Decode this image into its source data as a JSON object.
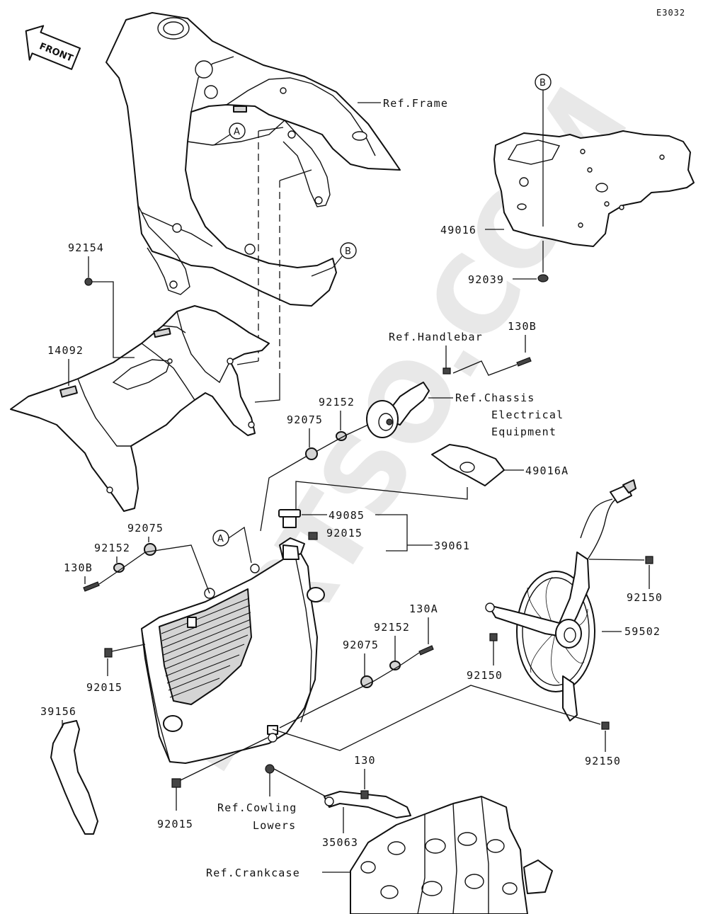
{
  "diagram_code": "E3032",
  "front_label": "FRONT",
  "watermark": "PARTSO.COM",
  "labels": {
    "ref_frame": "Ref.Frame",
    "ref_handlebar": "Ref.Handlebar",
    "ref_chassis_1": "Ref.Chassis",
    "ref_chassis_2": "Electrical",
    "ref_chassis_3": "Equipment",
    "ref_cowling_1": "Ref.Cowling",
    "ref_cowling_2": "Lowers",
    "ref_crankcase": "Ref.Crankcase",
    "p49016": "49016",
    "p92039": "92039",
    "p92154": "92154",
    "p14092": "14092",
    "p130B_top": "130B",
    "p92152_top": "92152",
    "p92075_top": "92075",
    "p49016A": "49016A",
    "p49085": "49085",
    "p92015_cap": "92015",
    "p39061": "39061",
    "p92075_left": "92075",
    "p92152_left": "92152",
    "p130B_left": "130B",
    "p92015_left": "92015",
    "p39156": "39156",
    "p130A": "130A",
    "p92152_mid": "92152",
    "p92075_mid": "92075",
    "p92150_top": "92150",
    "p59502": "59502",
    "p92150_mid": "92150",
    "p92150_bot": "92150",
    "p130": "130",
    "p35063": "35063",
    "p92015_bot": "92015"
  },
  "callouts": {
    "a_top": "A",
    "a_mid": "A",
    "b_top": "B",
    "b_mid": "B"
  }
}
